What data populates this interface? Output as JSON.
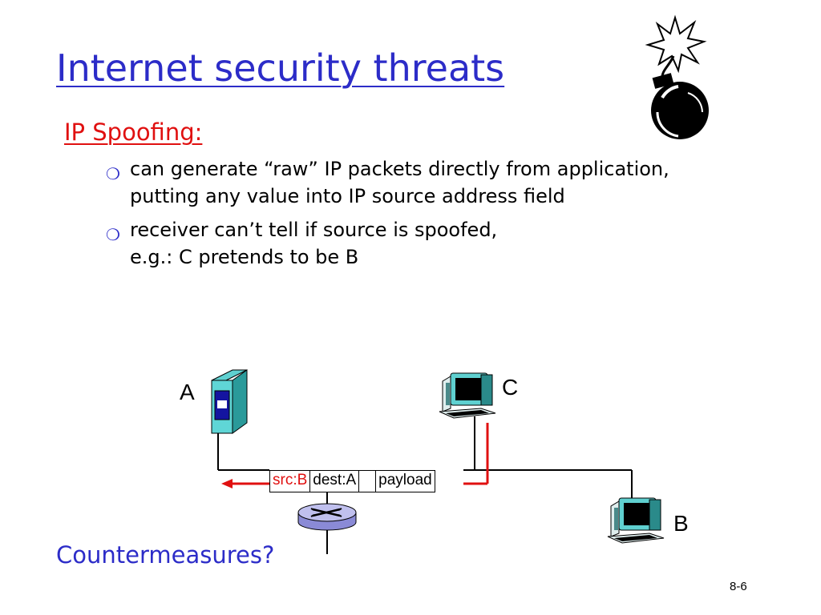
{
  "title": "Internet security threats",
  "subtitle": "IP Spoofing:",
  "bullets": [
    {
      "line1": "can generate “raw” IP packets directly from application,",
      "line2": "putting any value into IP source address field"
    },
    {
      "line1": "receiver can’t tell if source is spoofed,",
      "line2": "e.g.: C pretends to be B"
    }
  ],
  "diagram": {
    "host_a_label": "A",
    "host_b_label": "B",
    "host_c_label": "C",
    "packet": {
      "src": "src:B",
      "dest": "dest:A",
      "payload": "payload"
    }
  },
  "countermeasures": "Countermeasures?",
  "slide_number": "8-6",
  "colors": {
    "title": "#2c2cc8",
    "subtitle": "#e01010",
    "spoof_path": "#e01010"
  },
  "icons": [
    "bomb-icon",
    "bullet-circle-icon",
    "server-icon",
    "desktop-computer-icon",
    "router-icon"
  ]
}
